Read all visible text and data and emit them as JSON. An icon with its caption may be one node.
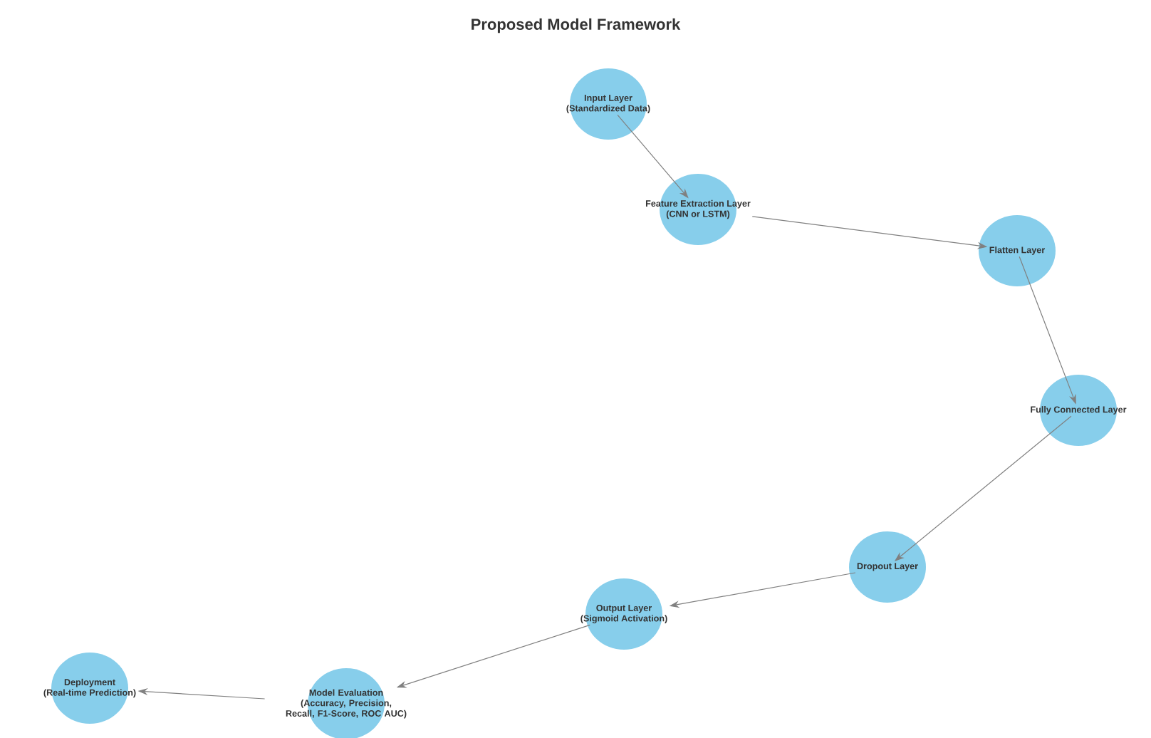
{
  "diagram": {
    "title": "Proposed Model Framework",
    "nodes": [
      {
        "text": [
          "Input Layer",
          "(Standardized Data)"
        ]
      },
      {
        "text": [
          "Feature Extraction Layer",
          "(CNN or LSTM)"
        ]
      },
      {
        "text": [
          "Flatten Layer"
        ]
      },
      {
        "text": [
          "Fully Connected Layer"
        ]
      },
      {
        "text": [
          "Dropout Layer"
        ]
      },
      {
        "text": [
          "Output Layer",
          "(Sigmoid Activation)"
        ]
      },
      {
        "text": [
          "Model Evaluation",
          "(Accuracy, Precision, Recall, F1-Score, ROC AUC)"
        ]
      },
      {
        "text": [
          "Deployment",
          "(Real-time Prediction)"
        ]
      }
    ],
    "edges": [
      {
        "from": 0,
        "to": 1,
        "arrow": "to"
      },
      {
        "from": 1,
        "to": 2,
        "arrow": "to"
      },
      {
        "from": 2,
        "to": 3,
        "arrow": "to"
      },
      {
        "from": 3,
        "to": 4,
        "arrow": "to"
      },
      {
        "from": 4,
        "to": 5,
        "arrow": "to"
      },
      {
        "from": 5,
        "to": 6,
        "arrow": "to"
      },
      {
        "from": 6,
        "to": 7,
        "arrow": "to"
      }
    ]
  }
}
